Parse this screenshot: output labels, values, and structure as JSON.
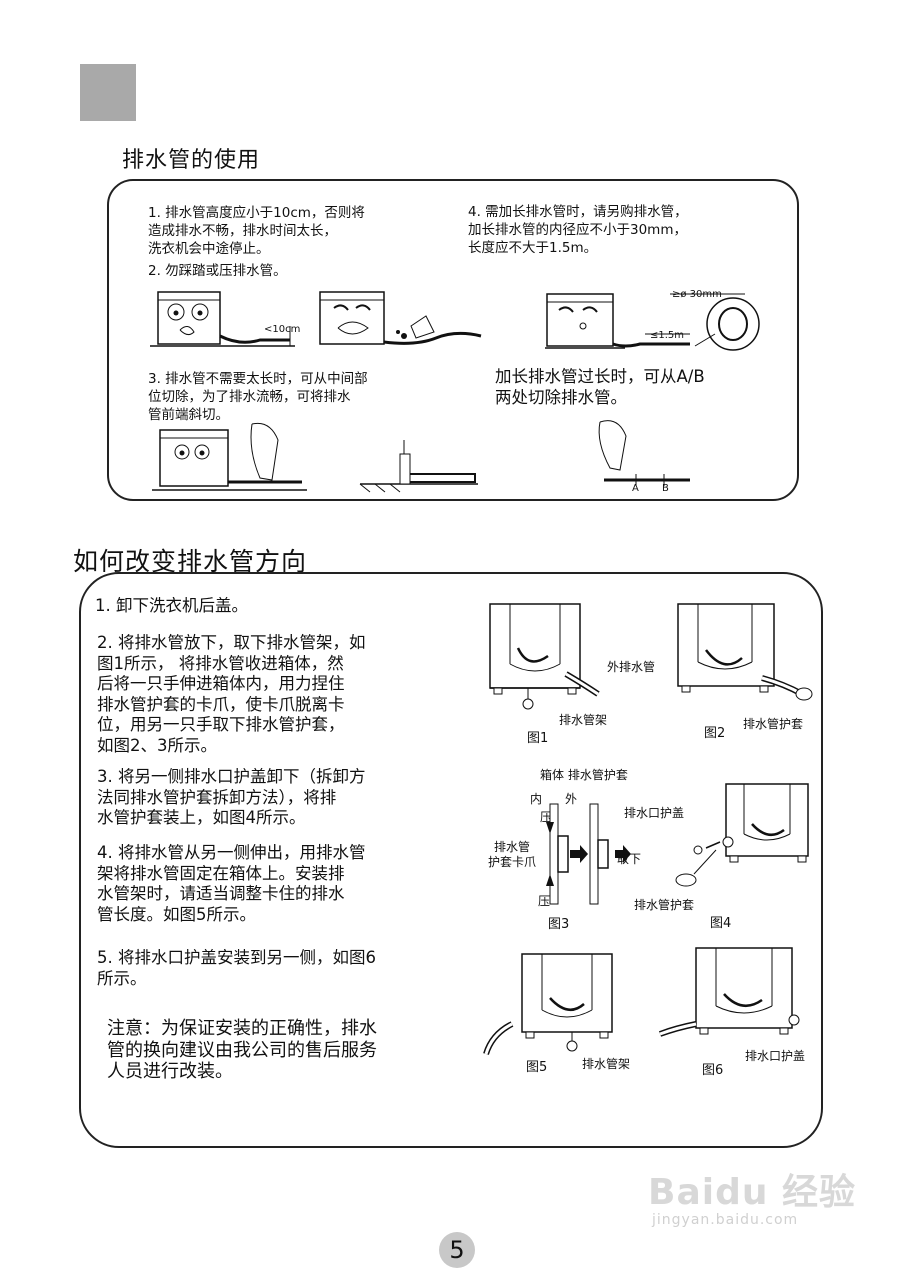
{
  "section1": {
    "title": "排水管的使用",
    "item1": "1. 排水管高度应小于10cm，否则将\n   造成排水不畅，排水时间太长，\n   洗衣机会中途停止。",
    "item2": "2. 勿踩踏或压排水管。",
    "item3": "3. 排水管不需要太长时，可从中间部\n   位切除，为了排水流畅，可将排水\n   管前端斜切。",
    "item4": "4. 需加长排水管时，请另购排水管，\n   加长排水管的内径应不小于30mm，\n   长度应不大于1.5m。",
    "note_ab": "加长排水管过长时，可从A/B\n两处切除排水管。",
    "fig_labels": {
      "height": "<10cm",
      "diameter": "≥ø 30mm",
      "length": "≤1.5m",
      "cut_a": "A",
      "cut_b": "B"
    }
  },
  "section2": {
    "title": "如何改变排水管方向",
    "step1": "1. 卸下洗衣机后盖。",
    "step2": "2. 将排水管放下，取下排水管架，如\n   图1所示，  将排水管收进箱体，然\n   后将一只手伸进箱体内，用力捏住\n   排水管护套的卡爪，使卡爪脱离卡\n   位，用另一只手取下排水管护套，\n   如图2、3所示。",
    "step3": "3. 将另一侧排水口护盖卸下（拆卸方\n   法同排水管护套拆卸方法），将排\n   水管护套装上，如图4所示。",
    "step4": "4. 将排水管从另一侧伸出，用排水管\n   架将排水管固定在箱体上。安装排\n   水管架时，请适当调整卡住的排水\n   管长度。如图5所示。",
    "step5": "5. 将排水口护盖安装到另一侧，如图6\n   所示。",
    "note": "注意：为保证安装的正确性，排水\n管的换向建议由我公司的售后服务\n人员进行改装。",
    "figures": {
      "fig1": "图1",
      "fig2": "图2",
      "fig3": "图3",
      "fig4": "图4",
      "fig5": "图5",
      "fig6": "图6",
      "outer_hose": "外排水管",
      "hose_bracket": "排水管架",
      "hose_sleeve": "排水管护套",
      "cabinet_sleeve": "箱体 排水管护套",
      "inside": "内",
      "outside": "外",
      "press": "压",
      "sleeve_claw_1": "排水管",
      "sleeve_claw_2": "护套卡爪",
      "remove": "取下",
      "outlet_cover": "排水口护盖",
      "hose_sleeve_2": "排水管护套",
      "hose_bracket_2": "排水管架",
      "outlet_cover_2": "排水口护盖"
    }
  },
  "page_number": "5",
  "watermark": {
    "brand": "Baidu 经验",
    "url": "jingyan.baidu.com"
  }
}
